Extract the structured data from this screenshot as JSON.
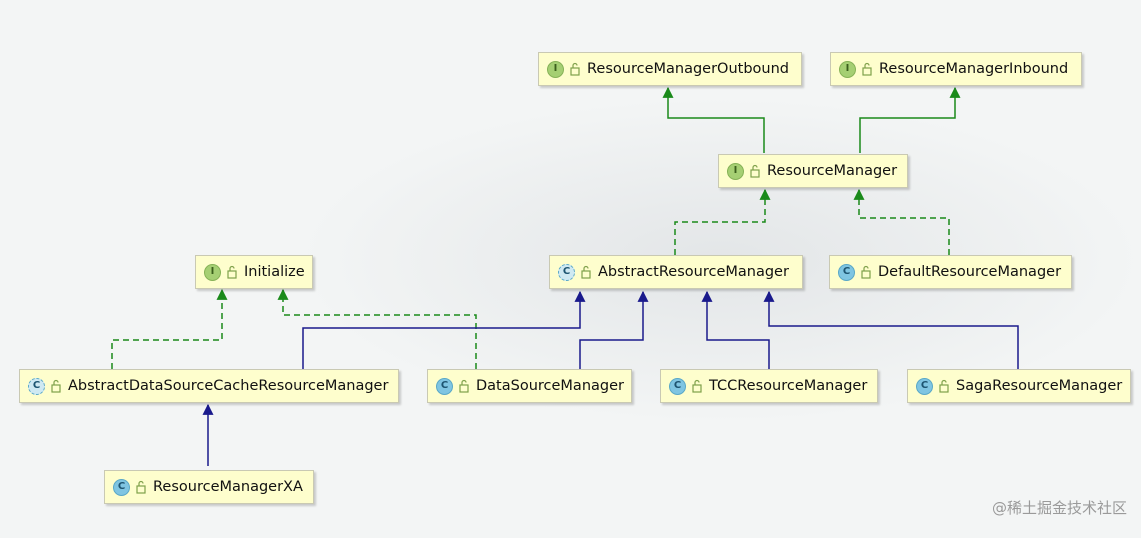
{
  "nodes": {
    "rm_outbound": {
      "kind": "I",
      "name": "ResourceManagerOutbound"
    },
    "rm_inbound": {
      "kind": "I",
      "name": "ResourceManagerInbound"
    },
    "resource_manager": {
      "kind": "I",
      "name": "ResourceManager"
    },
    "initialize": {
      "kind": "I",
      "name": "Initialize"
    },
    "abstract_rm": {
      "kind": "C",
      "name": "AbstractResourceManager"
    },
    "default_rm": {
      "kind": "C",
      "name": "DefaultResourceManager"
    },
    "abstract_ds_cache_rm": {
      "kind": "C",
      "name": "AbstractDataSourceCacheResourceManager"
    },
    "datasource_manager": {
      "kind": "C",
      "name": "DataSourceManager"
    },
    "tcc_rm": {
      "kind": "C",
      "name": "TCCResourceManager"
    },
    "saga_rm": {
      "kind": "C",
      "name": "SagaResourceManager"
    },
    "rm_xa": {
      "kind": "C",
      "name": "ResourceManagerXA"
    }
  },
  "colors": {
    "extends_interface": "#1a8a1a",
    "extends_class": "#1a1a8c",
    "node_fill": "#fefecd",
    "interface_badge": "#a5cf73",
    "class_badge": "#7fc5e2"
  },
  "watermark": "@稀土掘金技术社区"
}
